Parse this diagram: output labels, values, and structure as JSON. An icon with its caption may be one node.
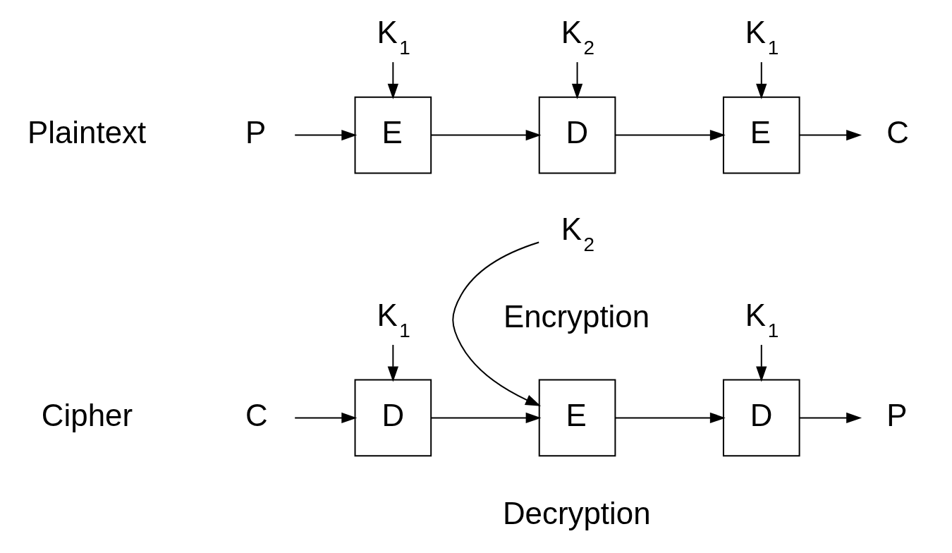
{
  "diagram": {
    "nodes": [
      {
        "text": [
          "K$_{1}$"
        ]
      },
      {
        "text": [
          "K$_{2}$"
        ]
      },
      {
        "text": [
          "K$_{1}$"
        ]
      },
      {
        "text": [
          "P"
        ]
      },
      {
        "text": [
          "E"
        ]
      },
      {
        "text": [
          "D"
        ]
      },
      {
        "text": [
          "E"
        ]
      },
      {
        "text": [
          "C"
        ]
      },
      {
        "text": [
          "K$_{1}$"
        ]
      },
      {
        "text": [
          "K$_{2}$"
        ]
      },
      {
        "text": [
          "K$_{1}$"
        ]
      },
      {
        "text": [
          "C"
        ]
      },
      {
        "text": [
          "D"
        ]
      },
      {
        "text": [
          "E"
        ]
      },
      {
        "text": [
          "D"
        ]
      },
      {
        "text": [
          "P"
        ]
      }
    ],
    "edges": [
      {
        "from": 3,
        "to": 4,
        "arrow": "to"
      },
      {
        "from": 4,
        "to": 5,
        "arrow": "to"
      },
      {
        "from": 5,
        "to": 6,
        "arrow": "to"
      },
      {
        "from": 6,
        "to": 7,
        "arrow": "to"
      },
      {
        "from": 0,
        "to": 4,
        "arrow": "to"
      },
      {
        "from": 1,
        "to": 5,
        "arrow": "to"
      },
      {
        "from": 2,
        "to": 6,
        "arrow": "to"
      },
      {
        "from": 11,
        "to": 12,
        "arrow": "to"
      },
      {
        "from": 12,
        "to": 13,
        "arrow": "to"
      },
      {
        "from": 13,
        "to": 14,
        "arrow": "to"
      },
      {
        "from": 14,
        "to": 15,
        "arrow": "to"
      },
      {
        "from": 8,
        "to": 12,
        "arrow": "to"
      },
      {
        "from": 9,
        "to": 13,
        "arrow": "to"
      },
      {
        "from": 10,
        "to": 14,
        "arrow": "to"
      }
    ],
    "labels": [
      "Plaintext",
      "Encryption",
      "Cipher",
      "Decryption"
    ]
  }
}
